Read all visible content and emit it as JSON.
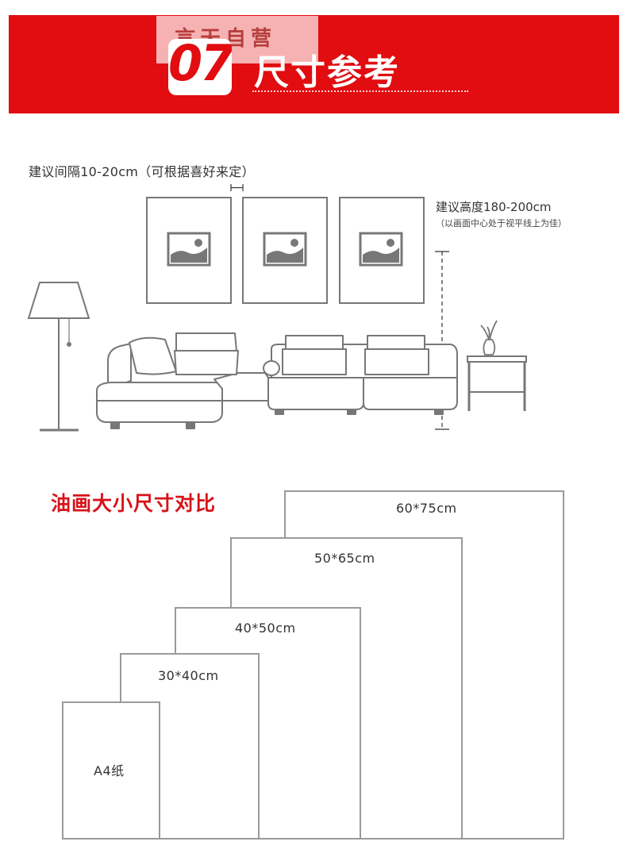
{
  "banner": {
    "number": "07",
    "title": "尺寸参考",
    "watermark": "言天自营",
    "bg_color": "#e10d10"
  },
  "room": {
    "spacing_note": "建议间隔10-20cm（可根据喜好来定）",
    "height_note": "建议高度180-200cm",
    "height_sub": "（以画面中心处于视平线上为佳）",
    "frame_count": 3,
    "frame_icon": "landscape-picture-icon"
  },
  "comparison": {
    "title": "油画大小尺寸对比",
    "title_color": "#d7141a",
    "sizes": [
      {
        "label": "60*75cm"
      },
      {
        "label": "50*65cm"
      },
      {
        "label": "40*50cm"
      },
      {
        "label": "30*40cm"
      },
      {
        "label": "A4纸"
      }
    ]
  }
}
